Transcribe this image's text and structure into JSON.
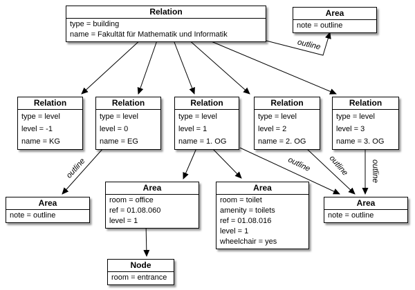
{
  "diagram": {
    "nodes": [
      {
        "id": "rel-building",
        "title": "Relation",
        "rows": [
          "type = building",
          "name = Fakultät für Mathematik und Informatik"
        ]
      },
      {
        "id": "area-outline-top",
        "title": "Area",
        "rows": [
          "note = outline"
        ]
      },
      {
        "id": "rel-kg",
        "title": "Relation",
        "rows": [
          "type = level",
          "level = -1",
          "name = KG"
        ]
      },
      {
        "id": "rel-eg",
        "title": "Relation",
        "rows": [
          "type = level",
          "level = 0",
          "name = EG"
        ]
      },
      {
        "id": "rel-1og",
        "title": "Relation",
        "rows": [
          "type = level",
          "level = 1",
          "name = 1. OG"
        ]
      },
      {
        "id": "rel-2og",
        "title": "Relation",
        "rows": [
          "type = level",
          "level = 2",
          "name = 2. OG"
        ]
      },
      {
        "id": "rel-3og",
        "title": "Relation",
        "rows": [
          "type = level",
          "level = 3",
          "name = 3. OG"
        ]
      },
      {
        "id": "area-outline-left",
        "title": "Area",
        "rows": [
          "note = outline"
        ]
      },
      {
        "id": "area-office",
        "title": "Area",
        "rows": [
          "room = office",
          "ref = 01.08.060",
          "level = 1"
        ]
      },
      {
        "id": "area-toilet",
        "title": "Area",
        "rows": [
          "room = toilet",
          "amenity = toilets",
          "ref = 01.08.016",
          "level = 1",
          "wheelchair = yes"
        ]
      },
      {
        "id": "area-outline-right",
        "title": "Area",
        "rows": [
          "note = outline"
        ]
      },
      {
        "id": "node-entrance",
        "title": "Node",
        "rows": [
          "room = entrance"
        ]
      }
    ],
    "edges": [
      {
        "from": "rel-building",
        "to": "rel-kg",
        "label": ""
      },
      {
        "from": "rel-building",
        "to": "rel-eg",
        "label": ""
      },
      {
        "from": "rel-building",
        "to": "rel-1og",
        "label": ""
      },
      {
        "from": "rel-building",
        "to": "rel-2og",
        "label": ""
      },
      {
        "from": "rel-building",
        "to": "rel-3og",
        "label": ""
      },
      {
        "from": "rel-building",
        "to": "area-outline-top",
        "label": "outline"
      },
      {
        "from": "rel-eg",
        "to": "area-outline-left",
        "label": "outline"
      },
      {
        "from": "rel-1og",
        "to": "area-office",
        "label": ""
      },
      {
        "from": "rel-1og",
        "to": "area-toilet",
        "label": ""
      },
      {
        "from": "rel-1og",
        "to": "area-outline-right",
        "label": "outline"
      },
      {
        "from": "rel-2og",
        "to": "area-outline-right",
        "label": "outline"
      },
      {
        "from": "rel-3og",
        "to": "area-outline-right",
        "label": "outline"
      },
      {
        "from": "area-office",
        "to": "node-entrance",
        "label": ""
      }
    ],
    "colors": {
      "box_bg": "#ffffff",
      "line": "#000000",
      "background": "#ffffff"
    }
  }
}
